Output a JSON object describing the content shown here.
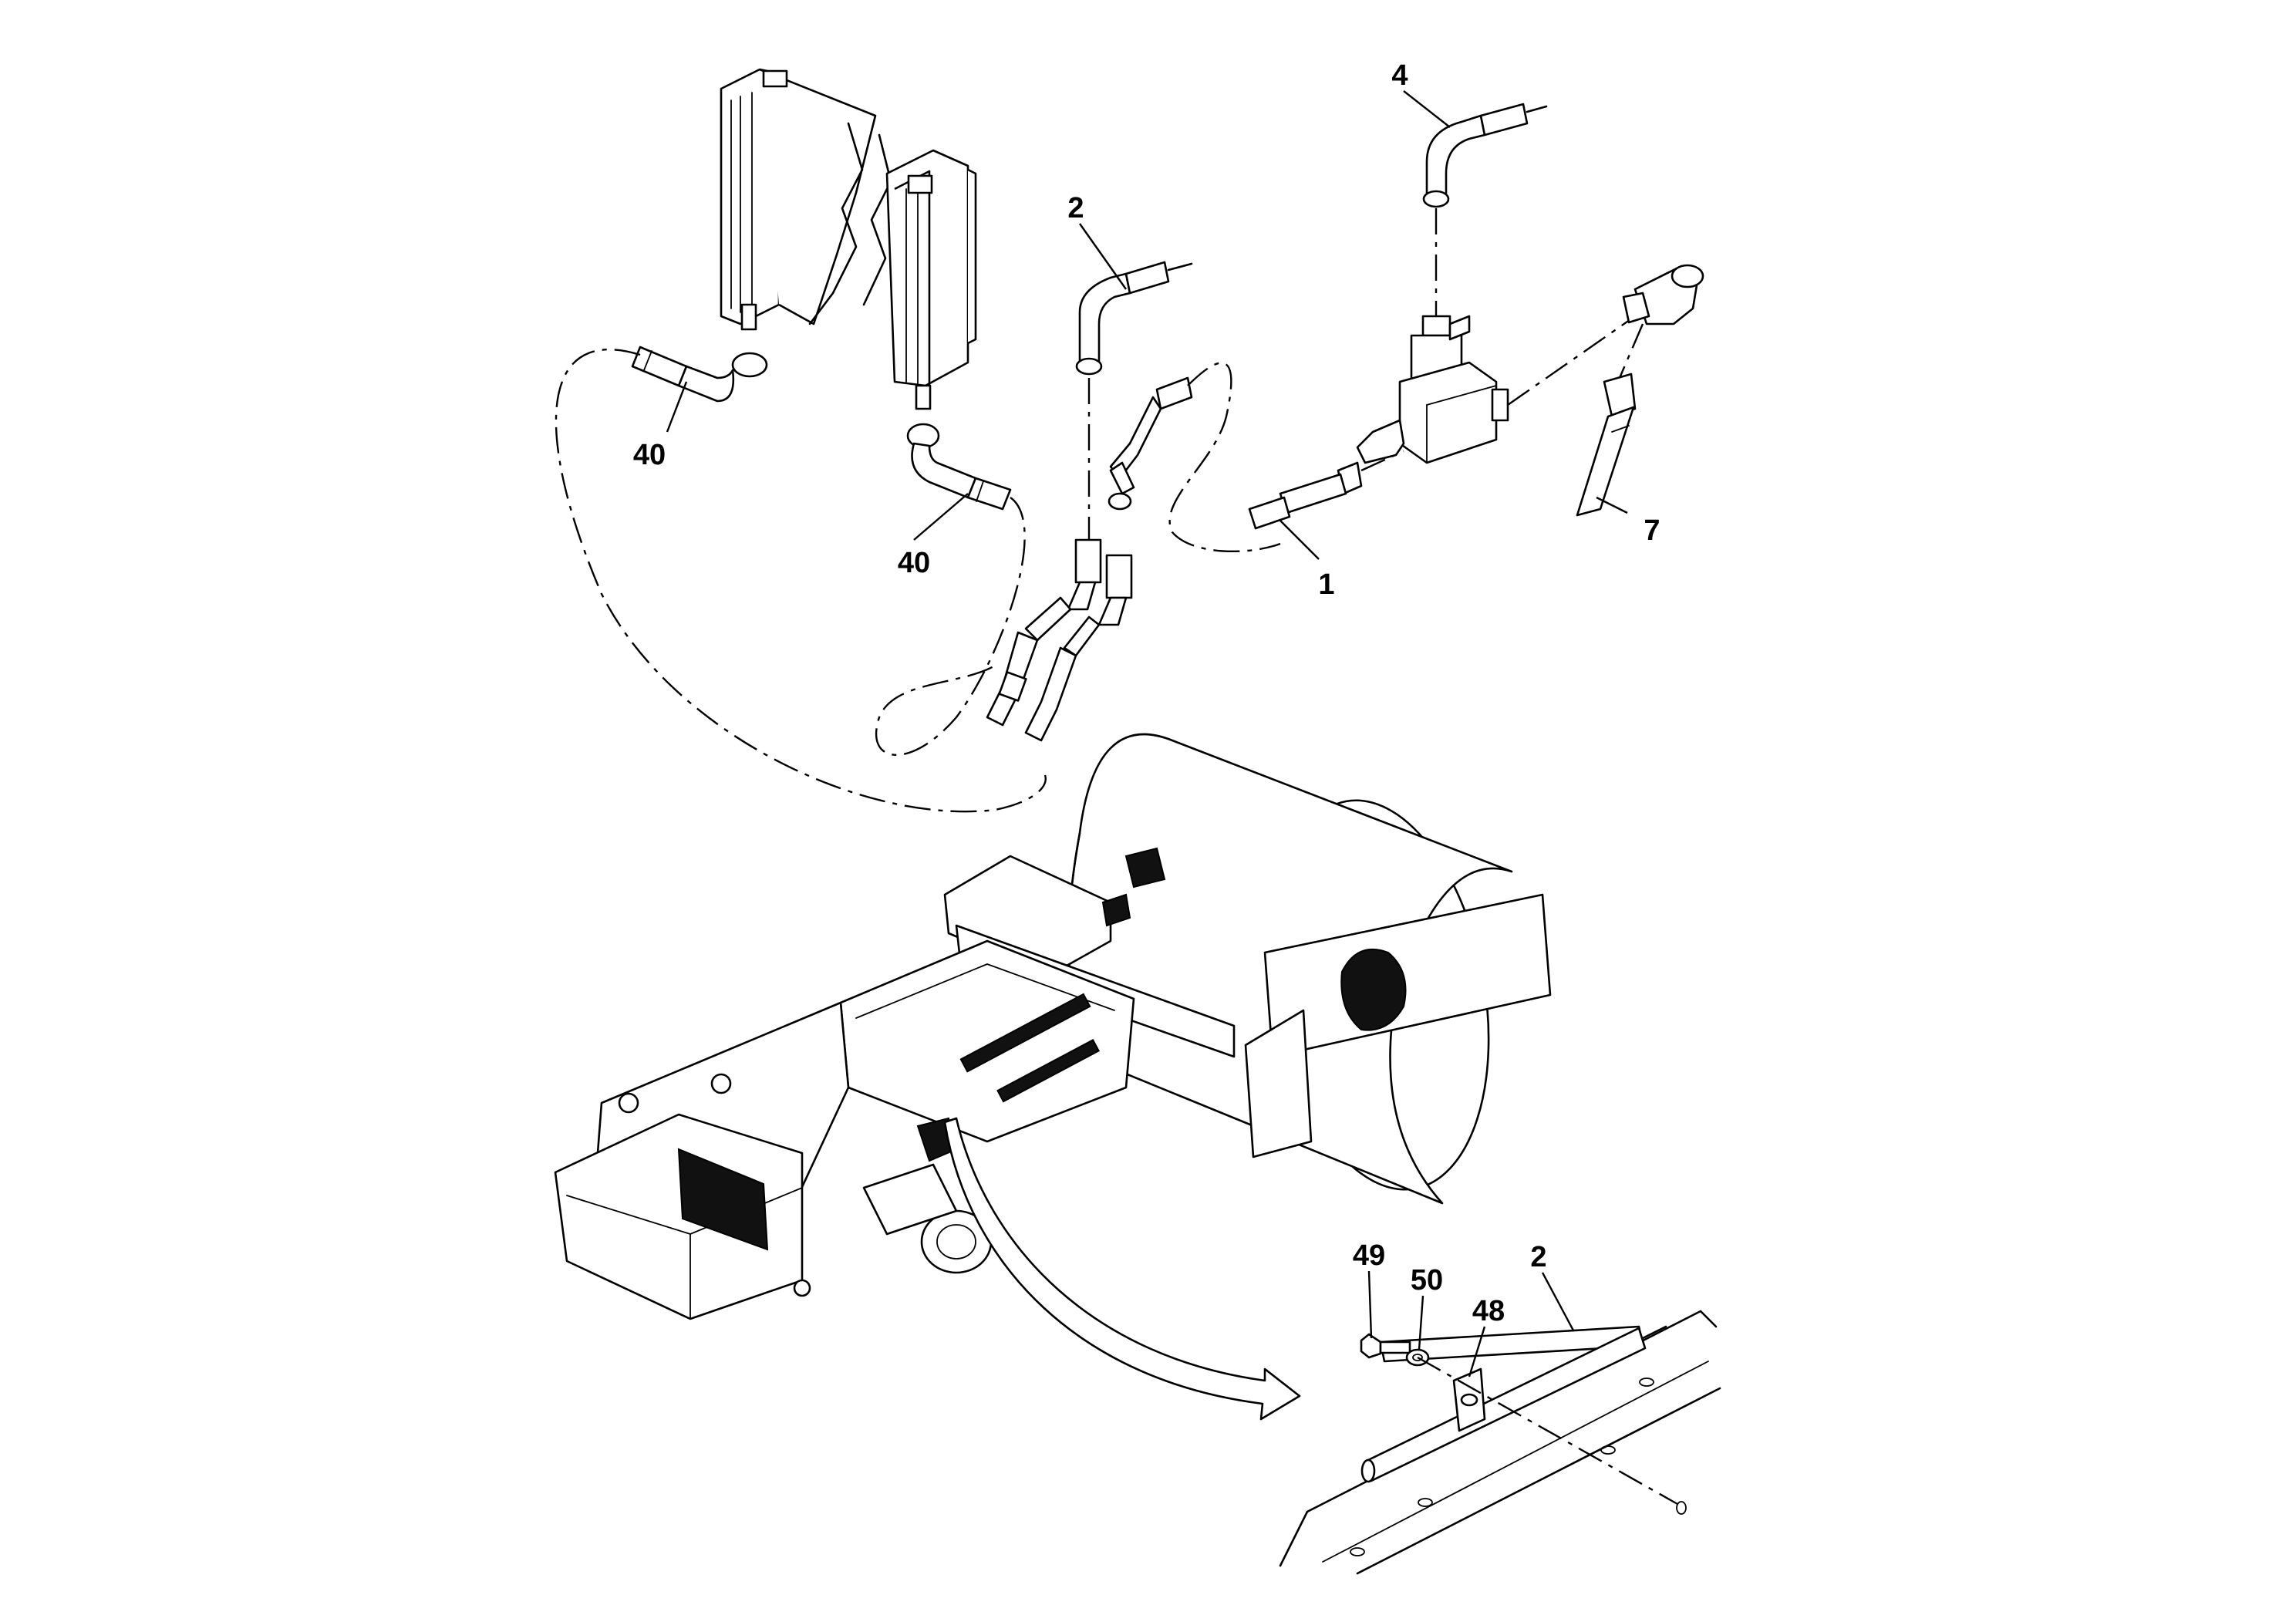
{
  "callouts": {
    "c40a": "40",
    "c40b": "40",
    "c2_top": "2",
    "c4": "4",
    "c1": "1",
    "c7": "7",
    "c49": "49",
    "c50": "50",
    "c48": "48",
    "c2_detail": "2"
  }
}
